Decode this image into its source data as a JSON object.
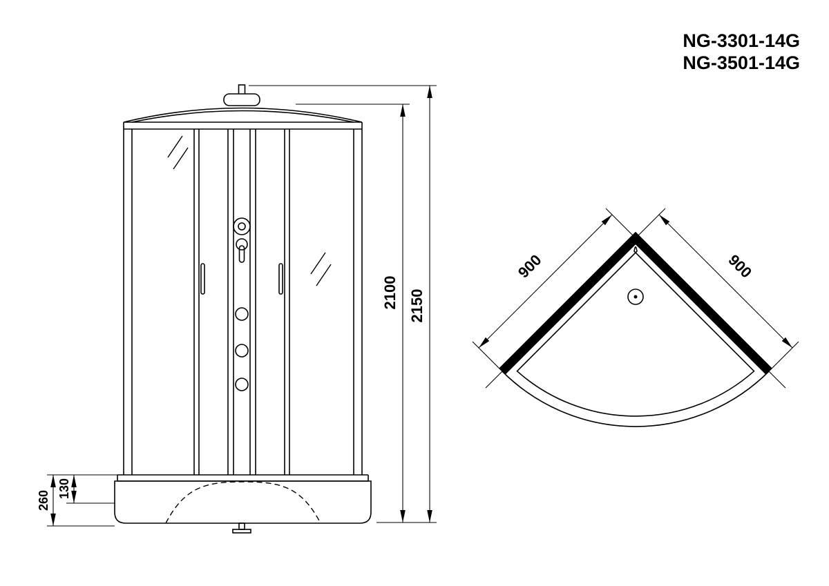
{
  "drawing": {
    "type": "shower-cabin-technical-drawing",
    "models": {
      "line1": "NG-3301-14G",
      "line2": "NG-3501-14G"
    },
    "front_view": {
      "dim_height_cabin": "2100",
      "dim_height_total": "2150",
      "dim_base_height_total": "260",
      "dim_base_height_tray": "130"
    },
    "plan_view": {
      "dim_side_left": "900",
      "dim_side_right": "900"
    },
    "colors": {
      "line": "#000000",
      "background": "#ffffff"
    }
  }
}
